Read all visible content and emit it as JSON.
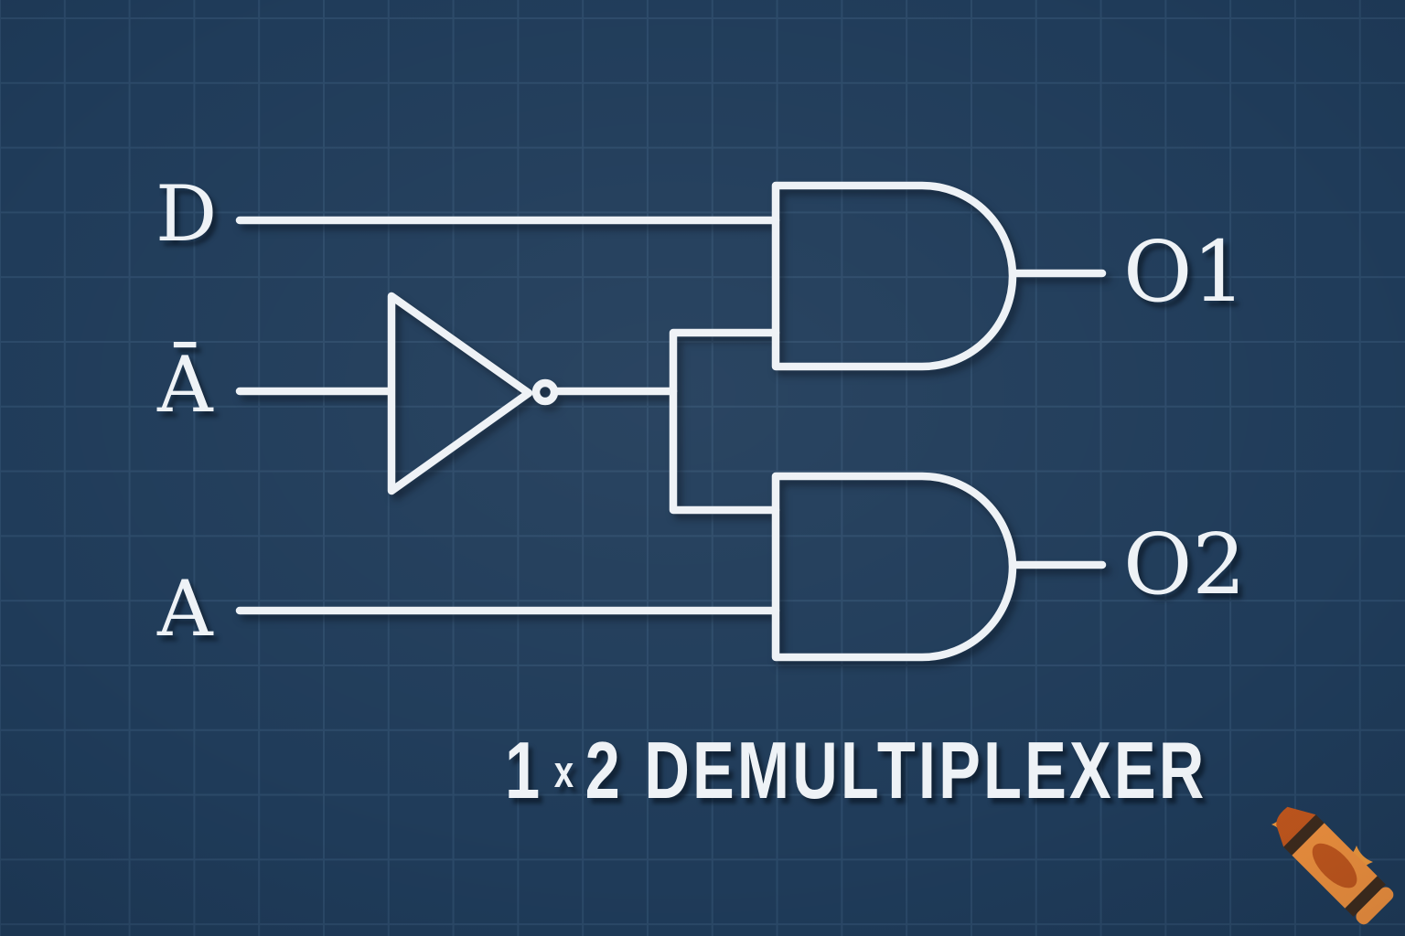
{
  "title": {
    "number_left": "1",
    "times_symbol": "x",
    "number_right": "2",
    "word": "DEMULTIPLEXER"
  },
  "labels": {
    "input_data": "D",
    "input_select_not": "Ā",
    "input_select": "A",
    "output_1": "O1",
    "output_2": "O2"
  },
  "icons": {
    "watermark": "crayon-sparkles-icon"
  },
  "colors": {
    "background": "#1f3b59",
    "grid_line": "#2e4c6b",
    "wire": "#eef2f6",
    "crayon_body": "#f0913e",
    "crayon_accent": "#c2571d",
    "crayon_stripe": "#3e2b1d",
    "sparkle": "#f09a3e"
  }
}
